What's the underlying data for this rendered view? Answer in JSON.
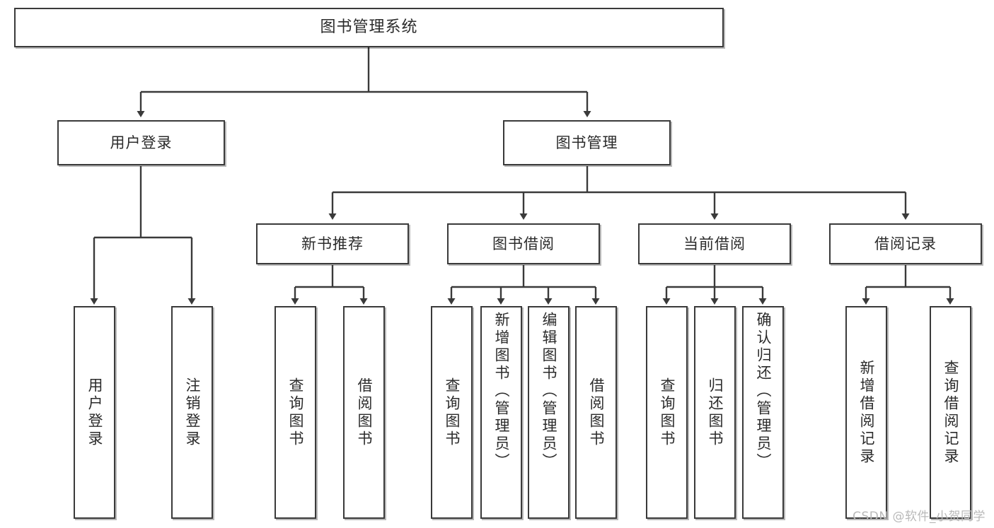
{
  "diagram": {
    "title": "图书管理系统",
    "type": "tree-hierarchy-chart",
    "stroke_color": "#3a3a3a",
    "fill_color": "#ffffff",
    "text_color": "#2b2b2b"
  },
  "root": {
    "label": "图书管理系统"
  },
  "level2": [
    {
      "label": "用户登录"
    },
    {
      "label": "图书管理"
    }
  ],
  "level3": [
    {
      "label": "新书推荐"
    },
    {
      "label": "图书借阅"
    },
    {
      "label": "当前借阅"
    },
    {
      "label": "借阅记录"
    }
  ],
  "leaves": {
    "user_login": [
      {
        "label": "用户登录"
      },
      {
        "label": "注销登录"
      }
    ],
    "new_book_recommend": [
      {
        "label": "查询图书"
      },
      {
        "label": "借阅图书"
      }
    ],
    "book_borrow": [
      {
        "label": "查询图书"
      },
      {
        "label": "新增图书（管理员）"
      },
      {
        "label": "编辑图书（管理员）"
      },
      {
        "label": "借阅图书"
      }
    ],
    "current_borrow": [
      {
        "label": "查询图书"
      },
      {
        "label": "归还图书"
      },
      {
        "label": "确认归还（管理员）"
      }
    ],
    "borrow_record": [
      {
        "label": "新增借阅记录"
      },
      {
        "label": "查询借阅记录"
      }
    ]
  },
  "watermark": {
    "text": "CSDN @软件_小贺同学"
  }
}
